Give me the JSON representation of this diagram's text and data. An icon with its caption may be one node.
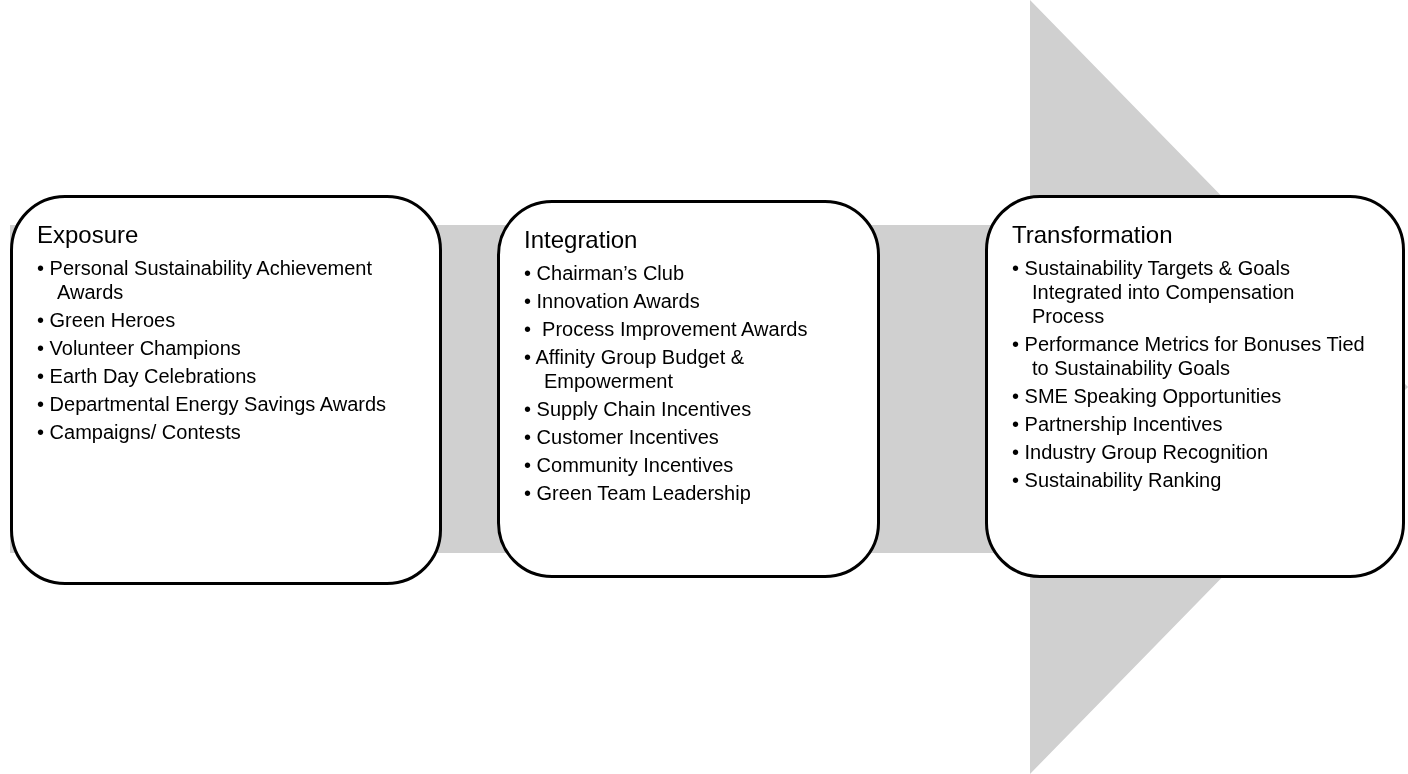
{
  "diagram": {
    "nodes": [
      {
        "text": [
          "Exposure",
          "• Personal Sustainability Achievement Awards",
          "• Green Heroes",
          "• Volunteer Champions",
          "• Earth Day Celebrations",
          "• Departmental Energy Savings Awards",
          "• Campaigns/ Contests"
        ]
      },
      {
        "text": [
          "Integration",
          "• Chairman’s Club",
          "• Innovation Awards",
          "•  Process Improvement Awards",
          "• Affinity Group Budget & Empowerment",
          "• Supply Chain Incentives",
          "• Customer Incentives",
          "• Community Incentives",
          "• Green Team Leadership"
        ]
      },
      {
        "text": [
          "Transformation",
          "• Sustainability Targets & Goals Integrated into Compensation Process",
          "• Performance Metrics for Bonuses Tied to Sustainability Goals",
          "• SME Speaking Opportunities",
          "• Partnership Incentives",
          "• Industry Group Recognition",
          "• Sustainability Ranking"
        ]
      }
    ],
    "edges": [
      {
        "from": 0,
        "to": 2,
        "arrow": "to"
      }
    ]
  }
}
